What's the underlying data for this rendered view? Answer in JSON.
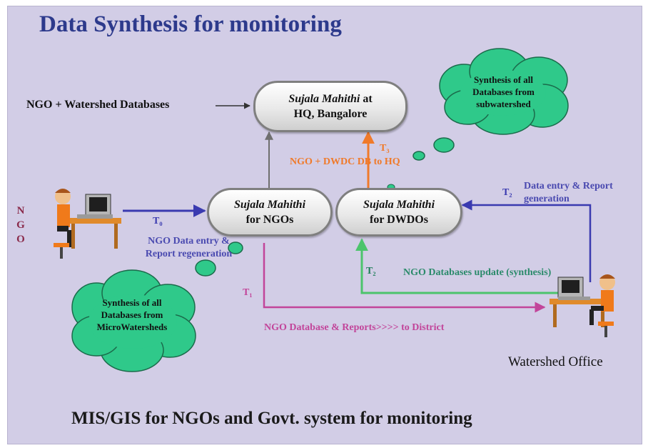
{
  "title": "Data Synthesis for monitoring",
  "subtitle": "MIS/GIS for NGOs and Govt. system for monitoring",
  "nodes": {
    "hq": {
      "name": "Sujala Mahithi",
      "line1_suffix": "at",
      "line2": "HQ, Bangalore"
    },
    "ngos": {
      "name": "Sujala Mahithi",
      "line2": "for NGOs"
    },
    "dwdos": {
      "name": "Sujala Mahithi",
      "line2": "for DWDOs"
    }
  },
  "clouds": {
    "top_right": "Synthesis of all Databases from subwatershed",
    "bottom_left": "Synthesis of  all Databases from MicroWatersheds"
  },
  "labels": {
    "databases": "NGO + Watershed Databases",
    "ngo_vertical": [
      "N",
      "G",
      "O"
    ],
    "t0": "T₀",
    "ngo_data_entry": "NGO Data entry & Report regeneration",
    "t3": "T₃",
    "ngo_dwdc_db": "NGO + DWDC DB to HQ",
    "t2": "T₂",
    "data_entry_report": "Data entry & Report generation",
    "t_green": "T₂",
    "ngo_db_update": "NGO Databases update (synthesis)",
    "t1": "T₁",
    "ngo_db_reports": "NGO Database & Reports>>>> to District",
    "watershed_office": "Watershed Office"
  },
  "colors": {
    "background": "#d2cde6",
    "title": "#2d3a8c",
    "cloud": "#2fc98a",
    "arrow_blue": "#3a3ab0",
    "arrow_orange": "#f07a2a",
    "arrow_green": "#4cc46c",
    "arrow_pink": "#c2459a"
  }
}
